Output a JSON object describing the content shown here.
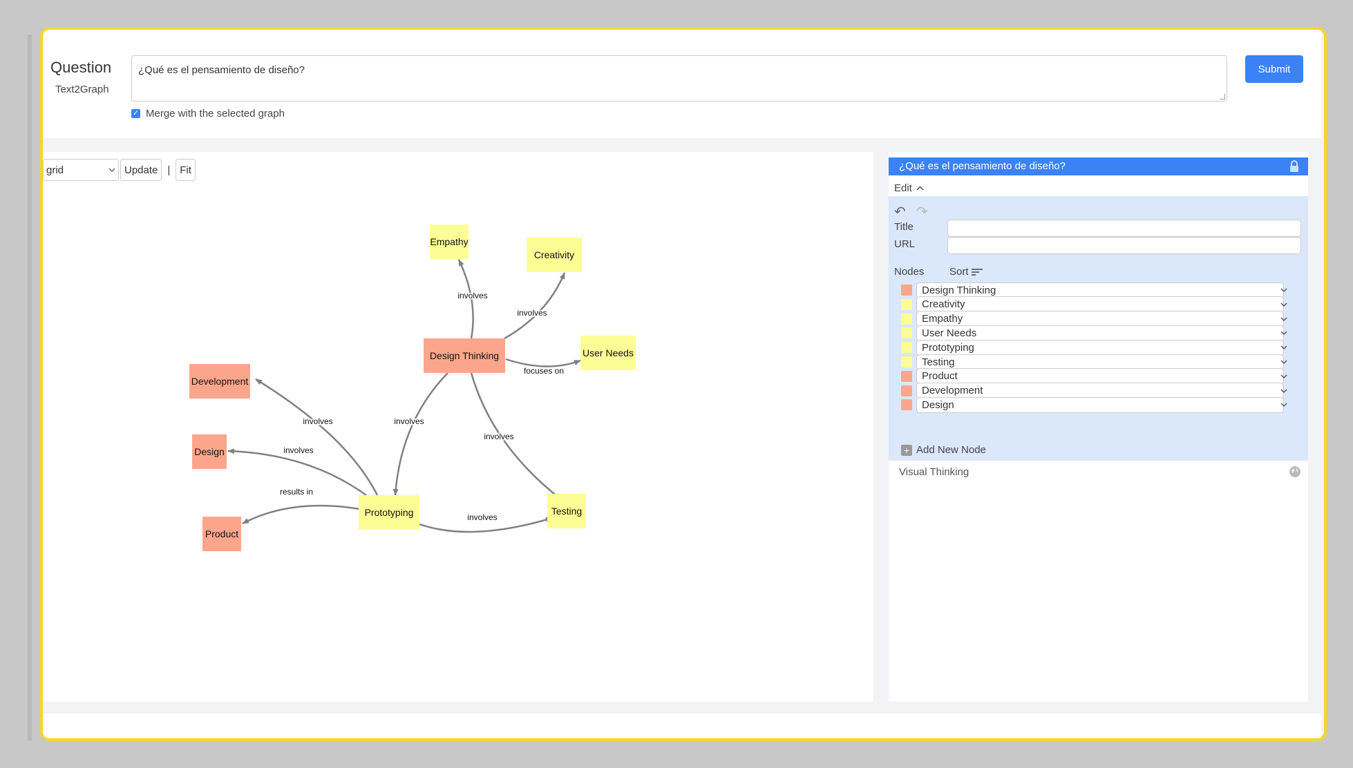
{
  "question": {
    "title": "Question",
    "subtitle": "Text2Graph",
    "input_value": "¿Qué es el pensamiento de diseño?",
    "submit_label": "Submit",
    "merge_label": "Merge with the selected graph",
    "merge_checked": true
  },
  "toolbar": {
    "layout_selected": "grid",
    "update_label": "Update",
    "separator": "|",
    "fit_label": "Fit"
  },
  "graph": {
    "nodes": [
      {
        "id": "design_thinking",
        "label": "Design Thinking",
        "color": "#fba68c"
      },
      {
        "id": "empathy",
        "label": "Empathy",
        "color": "#fdfd96"
      },
      {
        "id": "creativity",
        "label": "Creativity",
        "color": "#fdfd96"
      },
      {
        "id": "user_needs",
        "label": "User Needs",
        "color": "#fdfd96"
      },
      {
        "id": "development",
        "label": "Development",
        "color": "#fba68c"
      },
      {
        "id": "design",
        "label": "Design",
        "color": "#fba68c"
      },
      {
        "id": "prototyping",
        "label": "Prototyping",
        "color": "#fdfd96"
      },
      {
        "id": "testing",
        "label": "Testing",
        "color": "#fdfd96"
      },
      {
        "id": "product",
        "label": "Product",
        "color": "#fba68c"
      }
    ],
    "edges": [
      {
        "from": "design_thinking",
        "to": "empathy",
        "label": "involves"
      },
      {
        "from": "design_thinking",
        "to": "creativity",
        "label": "involves"
      },
      {
        "from": "design_thinking",
        "to": "user_needs",
        "label": "focuses on"
      },
      {
        "from": "design_thinking",
        "to": "prototyping",
        "label": "involves"
      },
      {
        "from": "design_thinking",
        "to": "testing",
        "label": "involves"
      },
      {
        "from": "prototyping",
        "to": "development",
        "label": "involves"
      },
      {
        "from": "prototyping",
        "to": "design",
        "label": "involves"
      },
      {
        "from": "prototyping",
        "to": "product",
        "label": "results in"
      },
      {
        "from": "prototyping",
        "to": "testing",
        "label": "involves"
      }
    ]
  },
  "sidebar": {
    "header_title": "¿Qué es el pensamiento de diseño?",
    "edit_label": "Edit",
    "title_label": "Title",
    "title_value": "",
    "url_label": "URL",
    "url_value": "",
    "nodes_label": "Nodes",
    "sort_label": "Sort",
    "nodes": [
      {
        "name": "Design Thinking",
        "color": "#fba68c"
      },
      {
        "name": "Creativity",
        "color": "#fdfd96"
      },
      {
        "name": "Empathy",
        "color": "#fdfd96"
      },
      {
        "name": "User Needs",
        "color": "#fdfd96"
      },
      {
        "name": "Prototyping",
        "color": "#fdfd96"
      },
      {
        "name": "Testing",
        "color": "#fdfd96"
      },
      {
        "name": "Product",
        "color": "#fba68c"
      },
      {
        "name": "Development",
        "color": "#fba68c"
      },
      {
        "name": "Design",
        "color": "#fba68c"
      }
    ],
    "add_node_label": "Add New Node",
    "visual_label": "Visual Thinking"
  }
}
